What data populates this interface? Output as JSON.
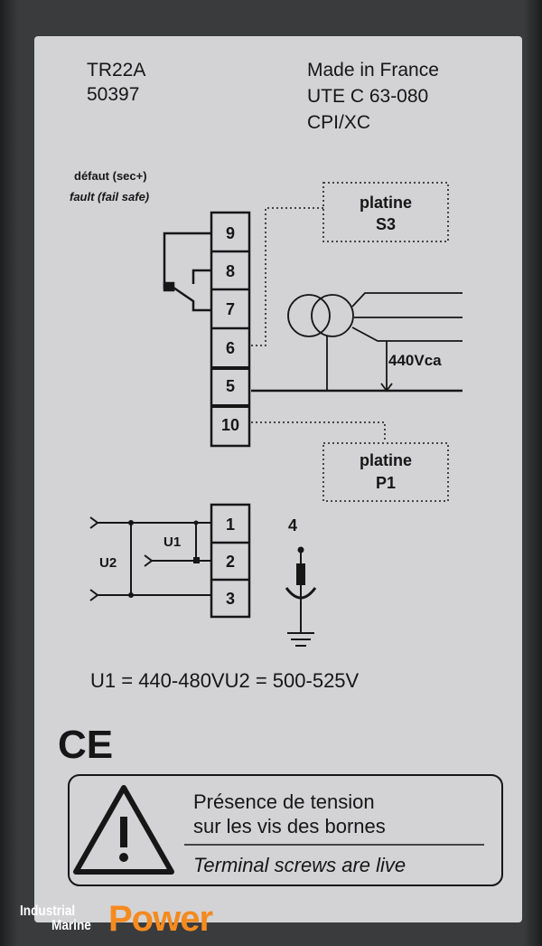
{
  "header": {
    "model": "TR22A",
    "code": "50397",
    "origin": "Made in France",
    "standard": "UTE C 63-080",
    "ref": "CPI/XC"
  },
  "fault": {
    "fr": "défaut (sec+)",
    "en": "fault (fail safe)"
  },
  "terminals_top": [
    "9",
    "8",
    "7",
    "6",
    "5",
    "10"
  ],
  "platine_top": {
    "line1": "platine",
    "line2": "S3"
  },
  "platine_bottom": {
    "line1": "platine",
    "line2": "P1"
  },
  "voltage_label": "440Vca",
  "terminals_bottom": [
    "1",
    "2",
    "3"
  ],
  "ground_terminal": "4",
  "u1_label": "U1",
  "u2_label": "U2",
  "ratings": "U1 = 440-480VU2 = 500-525V",
  "ce_mark": "CE",
  "warning": {
    "fr_line1": "Présence de tension",
    "fr_line2": "sur les vis des bornes",
    "en": "Terminal screws are live"
  },
  "watermark": {
    "word1": "Industrial",
    "word2": "Marine",
    "word3": "Power"
  },
  "colors": {
    "label": "#d3d3d5",
    "ink": "#161616",
    "brand": "#f58a1f"
  }
}
